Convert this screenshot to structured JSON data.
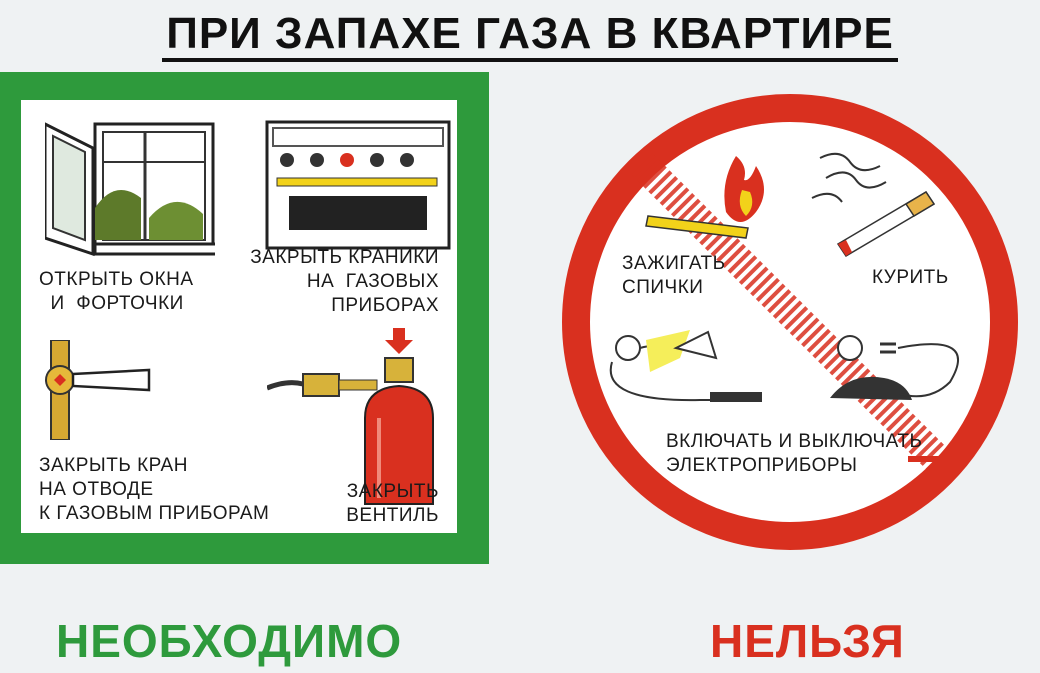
{
  "title": "ПРИ ЗАПАХЕ  ГАЗА  В  КВАРТИРЕ",
  "must": {
    "heading": "НЕОБХОДИМО",
    "color": "#2e9a3c",
    "items": [
      {
        "label": "ОТКРЫТЬ ОКНА\n  И  ФОРТОЧКИ",
        "icon": "window-icon"
      },
      {
        "label": "ЗАКРЫТЬ КРАНИКИ\nНА  ГАЗОВЫХ\nПРИБОРАХ",
        "icon": "gas-stove-icon"
      },
      {
        "label": "ЗАКРЫТЬ КРАН\nНА ОТВОДЕ\nК ГАЗОВЫМ ПРИБОРАМ",
        "icon": "gas-valve-icon"
      },
      {
        "label": "ЗАКРЫТЬ\nВЕНТИЛЬ",
        "icon": "gas-cylinder-icon"
      }
    ]
  },
  "forbidden": {
    "heading": "НЕЛЬЗЯ",
    "color": "#d9301f",
    "items": [
      {
        "label": "ЗАЖИГАТЬ\nСПИЧКИ",
        "icon": "match-fire-icon"
      },
      {
        "label": "КУРИТЬ",
        "icon": "cigarette-icon"
      },
      {
        "label": "ВКЛЮЧАТЬ И ВЫКЛЮЧАТЬ\nЭЛЕКТРОПРИБОРЫ",
        "icon": "electric-appliances-icon"
      }
    ]
  }
}
